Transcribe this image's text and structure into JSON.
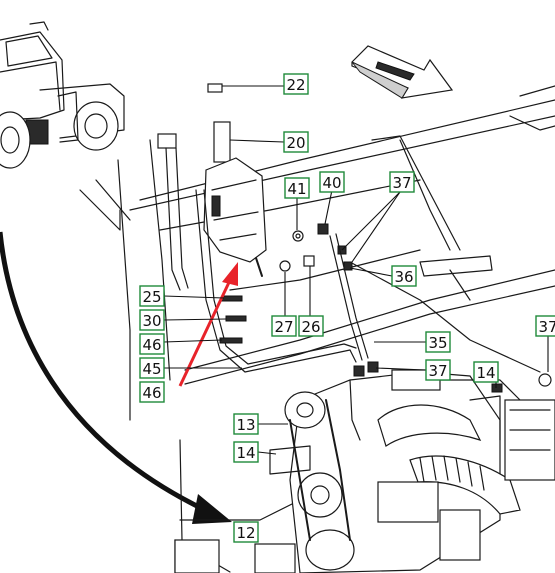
{
  "callouts": [
    {
      "id": "c22a",
      "label": "22"
    },
    {
      "id": "c20",
      "label": "20"
    },
    {
      "id": "c41",
      "label": "41"
    },
    {
      "id": "c40",
      "label": "40"
    },
    {
      "id": "c37a",
      "label": "37"
    },
    {
      "id": "c36",
      "label": "36"
    },
    {
      "id": "c25",
      "label": "25"
    },
    {
      "id": "c30",
      "label": "30"
    },
    {
      "id": "c46a",
      "label": "46"
    },
    {
      "id": "c27",
      "label": "27"
    },
    {
      "id": "c26",
      "label": "26"
    },
    {
      "id": "c37b",
      "label": "37"
    },
    {
      "id": "c35",
      "label": "35"
    },
    {
      "id": "c45",
      "label": "45"
    },
    {
      "id": "c46b",
      "label": "46"
    },
    {
      "id": "c37c",
      "label": "37"
    },
    {
      "id": "c14a",
      "label": "14"
    },
    {
      "id": "c13",
      "label": "13"
    },
    {
      "id": "c14b",
      "label": "14"
    },
    {
      "id": "c12",
      "label": "12"
    }
  ],
  "colors": {
    "callout_border": "#1f8a3a",
    "red_pointer": "#e8232a",
    "ink": "#1a1a1a"
  },
  "icons": [
    "forward-arrow-icon",
    "machine-thumbnail",
    "curved-pointer-arrow"
  ]
}
